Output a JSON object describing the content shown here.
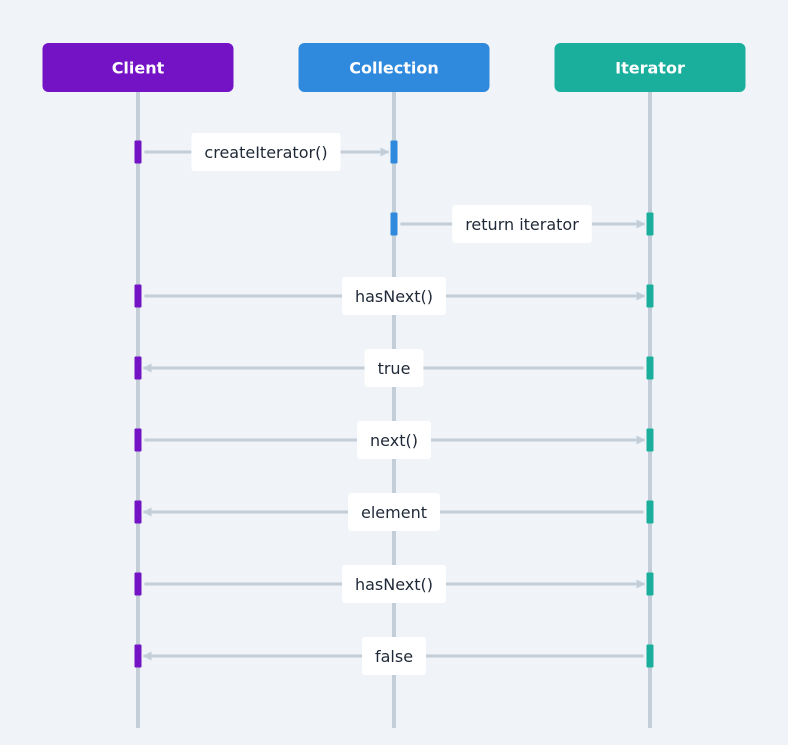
{
  "participants": [
    {
      "id": "client",
      "label": "Client",
      "color": "#7412c6"
    },
    {
      "id": "collection",
      "label": "Collection",
      "color": "#2f89dc"
    },
    {
      "id": "iterator",
      "label": "Iterator",
      "color": "#1aae9c"
    }
  ],
  "messages": [
    {
      "from": "client",
      "to": "collection",
      "label": "createIterator()"
    },
    {
      "from": "collection",
      "to": "iterator",
      "label": "return iterator"
    },
    {
      "from": "client",
      "to": "iterator",
      "label": "hasNext()"
    },
    {
      "from": "iterator",
      "to": "client",
      "label": "true"
    },
    {
      "from": "client",
      "to": "iterator",
      "label": "next()"
    },
    {
      "from": "iterator",
      "to": "client",
      "label": "element"
    },
    {
      "from": "client",
      "to": "iterator",
      "label": "hasNext()"
    },
    {
      "from": "iterator",
      "to": "client",
      "label": "false"
    }
  ],
  "colors": {
    "background": "#f0f3f7",
    "lifeline": "#c4ced8",
    "arrow": "#c4ced8",
    "label_box": "#ffffff",
    "label_text": "#1f2937"
  }
}
